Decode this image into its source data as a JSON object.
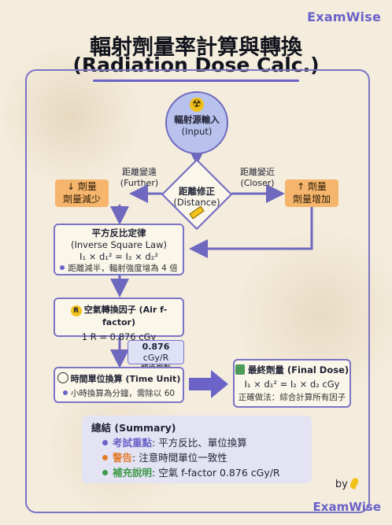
{
  "brand_top": "ExamWise",
  "brand_bottom": "ExamWise",
  "title_zh": "輻射劑量率計算與轉換",
  "title_en": "(Radiation Dose Calc.)",
  "input": {
    "line1": "輻射源輸入",
    "line2": "(Input)"
  },
  "distance": {
    "line1": "距離修正",
    "line2": "(Distance)"
  },
  "further": {
    "line1": "距離變遠",
    "line2": "(Further)"
  },
  "closer": {
    "line1": "距離變近",
    "line2": "(Closer)"
  },
  "decrease": {
    "line1": "↓ 劑量",
    "line2": "劑量減少"
  },
  "increase": {
    "line1": "↑ 劑量",
    "line2": "劑量增加"
  },
  "isl": {
    "title": "平方反比定律",
    "subtitle": "(Inverse Square Law)",
    "formula": "I₁ × d₁² = I₂ × d₂²",
    "note": "距離減半，輻射強度增為 4 倍"
  },
  "air": {
    "title": "空氣轉換因子 (Air f-factor)",
    "value": "1 R = 0.876 cGy"
  },
  "constant": {
    "value": "0.876",
    "unit": " cGy/R",
    "label": "轉換常數"
  },
  "time": {
    "title": "時間單位換算 (Time Unit)",
    "note": "小時換算為分鐘，需除以 60"
  },
  "final": {
    "title": "最終劑量 (Final Dose)",
    "formula": "I₁ × d₁² = I₂ × d₂ cGy",
    "note": "正確做法：綜合計算所有因子"
  },
  "summary": {
    "title": "總結 (Summary)",
    "items": [
      {
        "key": "考試重點",
        "text": ": 平方反比、單位換算",
        "color": "#6b63c8"
      },
      {
        "key": "警告",
        "text": ": 注意時間單位一致性",
        "color": "#e37b2a"
      },
      {
        "key": "補充說明",
        "text": ": 空氣 f-factor 0.876 cGy/R",
        "color": "#3f9a4a"
      }
    ]
  },
  "by": "by"
}
